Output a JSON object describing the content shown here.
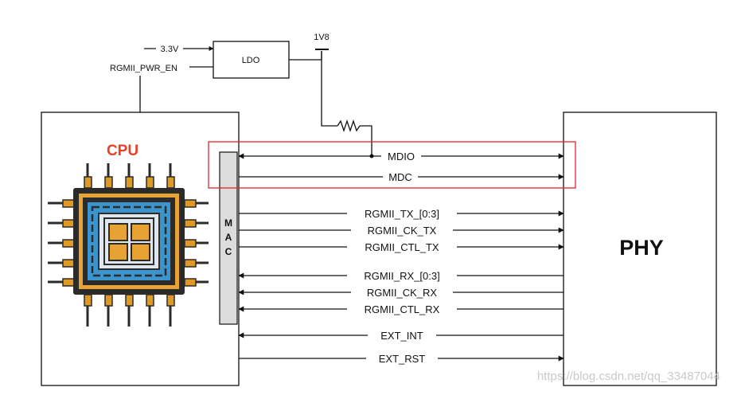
{
  "power": {
    "supply_label": "3.3V",
    "enable_label": "RGMII_PWR_EN",
    "ldo_label": "LDO",
    "rail_label": "1V8"
  },
  "cpu": {
    "title": "CPU"
  },
  "mac": {
    "letters": [
      "M",
      "A",
      "C"
    ]
  },
  "phy": {
    "title": "PHY"
  },
  "signals": {
    "mdio": "MDIO",
    "mdc": "MDC",
    "tx_data": "RGMII_TX_[0:3]",
    "tx_clk": "RGMII_CK_TX",
    "tx_ctl": "RGMII_CTL_TX",
    "rx_data": "RGMII_RX_[0:3]",
    "rx_clk": "RGMII_CK_RX",
    "rx_ctl": "RGMII_CTL_RX",
    "ext_int": "EXT_INT",
    "ext_rst": "EXT_RST"
  },
  "watermark": "https://blog.csdn.net/qq_33487044",
  "colors": {
    "line": "#111111",
    "highlight_box": "#e0262b",
    "cpu_text": "#e8412b",
    "chip_body": "#2b2b2b",
    "chip_pins": "#e09a23",
    "chip_inner": "#3b94cc",
    "mac_fill": "#dcdcdc"
  }
}
